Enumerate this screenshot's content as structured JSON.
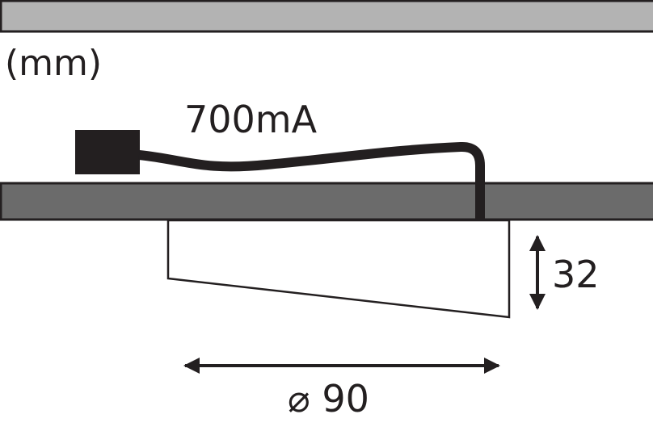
{
  "unit_label": "(mm)",
  "current_label": "700mA",
  "height_label": "32",
  "diameter_label": "⌀ 90",
  "colors": {
    "top_bar": "#b3b3b3",
    "ceiling": "#6b6b6b",
    "ink": "#231f20",
    "background": "#ffffff"
  }
}
